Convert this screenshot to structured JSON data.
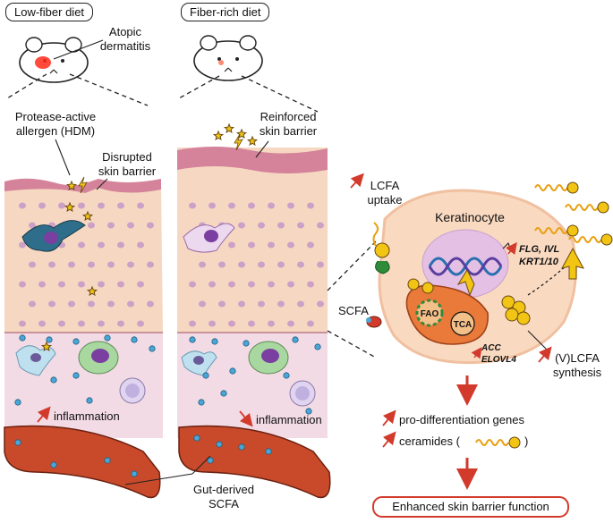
{
  "panels": {
    "low_fiber": "Low-fiber diet",
    "fiber_rich": "Fiber-rich diet"
  },
  "labels": {
    "atopic_1": "Atopic",
    "atopic_2": "dermatitis",
    "protease_1": "Protease-active",
    "protease_2": "allergen (HDM)",
    "disrupted_1": "Disrupted",
    "disrupted_2": "skin barrier",
    "reinforced_1": "Reinforced",
    "reinforced_2": "skin barrier",
    "inflammation_left": "inflammation",
    "inflammation_right": "inflammation",
    "gut_1": "Gut-derived",
    "gut_2": "SCFA",
    "lcfa_1": "LCFA",
    "lcfa_2": "uptake",
    "keratinocyte": "Keratinocyte",
    "genes_1": "FLG, IVL",
    "genes_2": "KRT1/10",
    "scfa": "SCFA",
    "fao": "FAO",
    "tca": "TCA",
    "acc": "ACC",
    "elovl4": "ELOVL4",
    "vlcfa_1": "(V)LCFA",
    "vlcfa_2": "synthesis",
    "pro_diff": "pro-differentiation genes",
    "ceramides_open": "ceramides (",
    "ceramides_close": ")",
    "enhanced": "Enhanced skin barrier function"
  },
  "colors": {
    "skin_top": "#d4839a",
    "epidermis": "#f6d8c2",
    "dermis": "#f3dbe6",
    "vessel": "#c94a2a",
    "scfa_dot": "#4aa6d6",
    "arrow_red": "#d23a2c",
    "lipid": "#f2c414"
  }
}
